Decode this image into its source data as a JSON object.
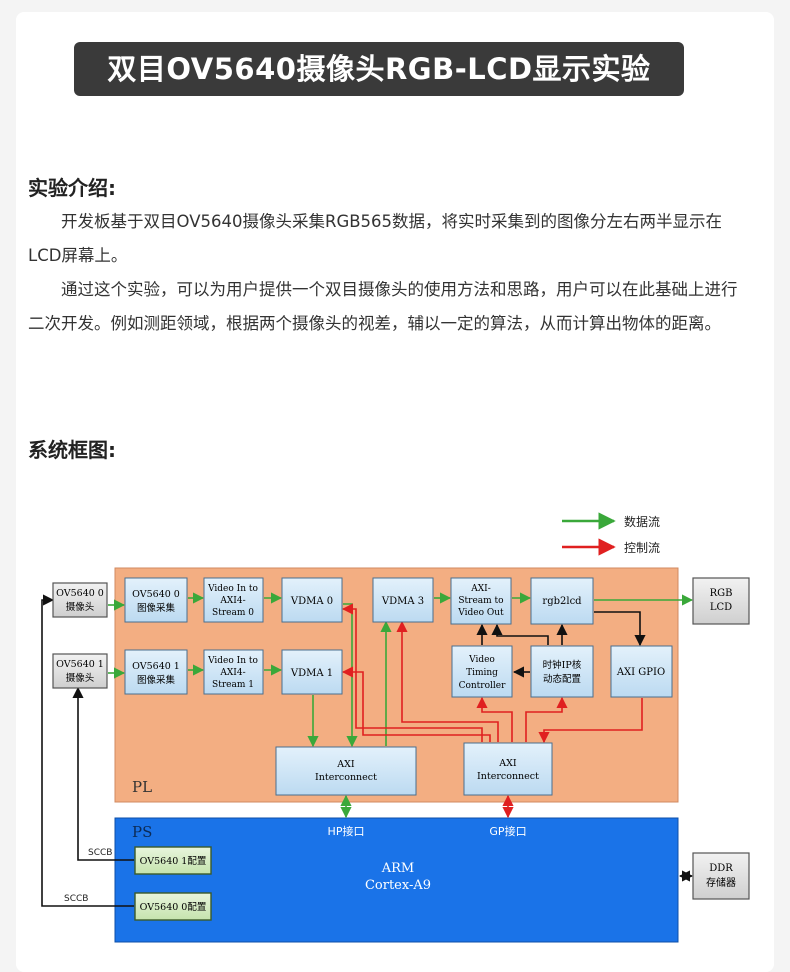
{
  "title": "双目OV5640摄像头RGB-LCD显示实验",
  "intro": {
    "heading": "实验介绍:",
    "paragraphs": [
      "开发板基于双目OV5640摄像头采集RGB565数据，将实时采集到的图像分左右两半显示在LCD屏幕上。",
      "通过这个实验，可以为用户提供一个双目摄像头的使用方法和思路，用户可以在此基础上进行二次开发。例如测距领域，根据两个摄像头的视差，辅以一定的算法，从而计算出物体的距离。"
    ]
  },
  "block_diagram": {
    "heading": "系统框图:",
    "legend": {
      "data_flow": "数据流",
      "control_flow": "控制流"
    },
    "colors": {
      "data": "#3aa83a",
      "control": "#e02020",
      "pl": "#f3ae82",
      "ps": "#1a73e8",
      "block": "#cfe6f7",
      "config": "#d6ecc6"
    },
    "blocks": {
      "cam0_l1": "OV5640 0",
      "cam0_l2": "摄像头",
      "cam1_l1": "OV5640 1",
      "cam1_l2": "摄像头",
      "cap0_l1": "OV5640 0",
      "cap0_l2": "图像采集",
      "cap1_l1": "OV5640 1",
      "cap1_l2": "图像采集",
      "vin0_l1": "Video In to",
      "vin0_l2": "AXI4-",
      "vin0_l3": "Stream 0",
      "vin1_l1": "Video In to",
      "vin1_l2": "AXI4-",
      "vin1_l3": "Stream 1",
      "vdma0": "VDMA 0",
      "vdma1": "VDMA 1",
      "vdma3": "VDMA 3",
      "axis_out_l1": "AXI-",
      "axis_out_l2": "Stream to",
      "axis_out_l3": "Video Out",
      "rgb2lcd": "rgb2lcd",
      "lcd_l1": "RGB",
      "lcd_l2": "LCD",
      "vtc_l1": "Video",
      "vtc_l2": "Timing",
      "vtc_l3": "Controller",
      "clk_l1": "时钟IP核",
      "clk_l2": "动态配置",
      "gpio": "AXI GPIO",
      "ic_hp_l1": "AXI",
      "ic_hp_l2": "Interconnect",
      "ic_gp_l1": "AXI",
      "ic_gp_l2": "Interconnect",
      "pl": "PL",
      "ps": "PS",
      "hp_port": "HP接口",
      "gp_port": "GP接口",
      "arm_l1": "ARM",
      "arm_l2": "Cortex-A9",
      "cfg1": "OV5640 1配置",
      "cfg0": "OV5640 0配置",
      "sccb1": "SCCB",
      "sccb0": "SCCB",
      "ddr_l1": "DDR",
      "ddr_l2": "存储器"
    }
  }
}
